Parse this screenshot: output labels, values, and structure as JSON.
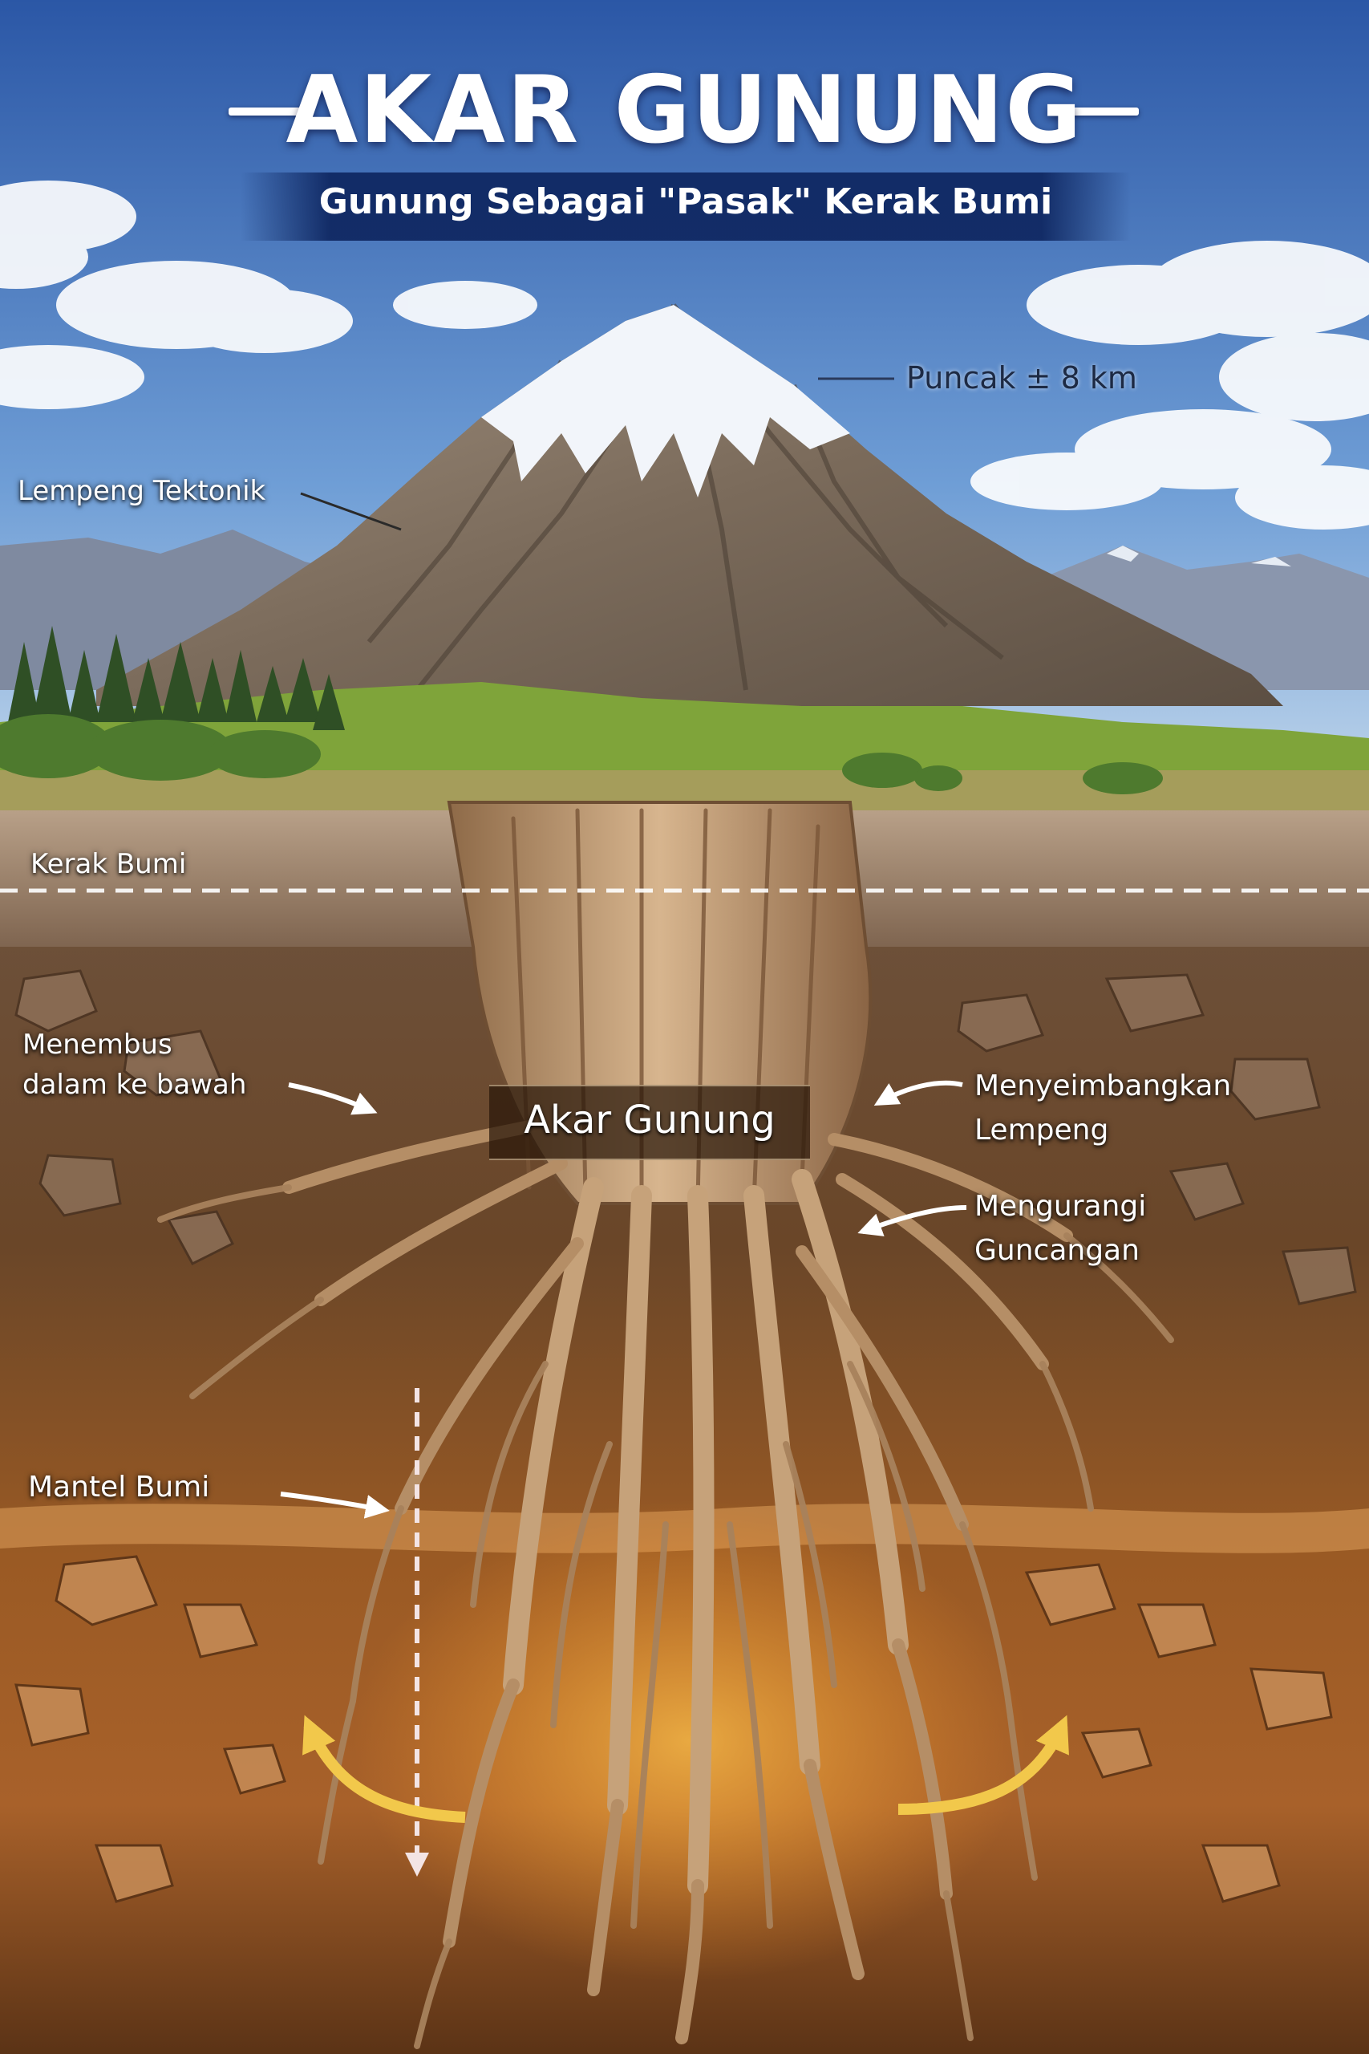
{
  "title": "AKAR GUNUNG",
  "subtitle": "Gunung Sebagai \"Pasak\" Kerak Bumi",
  "labels": {
    "peak": "Puncak ± 8 km",
    "plate": "Lempeng Tektonik",
    "crust": "Kerak Bumi",
    "penetrate_1": "Menembus",
    "penetrate_2": "dalam ke bawah",
    "root": "Akar Gunung",
    "balance_1": "Menyeimbangkan",
    "balance_2": "Lempeng",
    "reduce_1": "Mengurangi",
    "reduce_2": "Guncangan",
    "mantle": "Mantel Bumi"
  },
  "colors": {
    "sky_top": "#2f5fae",
    "sky_bottom": "#a9c8e6",
    "snow": "#f2f5fa",
    "rock": "#8b7766",
    "grass": "#7fa43a",
    "crust": "#a08266",
    "soil": "#6a4526",
    "mantle": "#b86b2a",
    "root": "#c9a57c",
    "arrow_yellow": "#f2c84b",
    "banner": "#0e2660"
  }
}
